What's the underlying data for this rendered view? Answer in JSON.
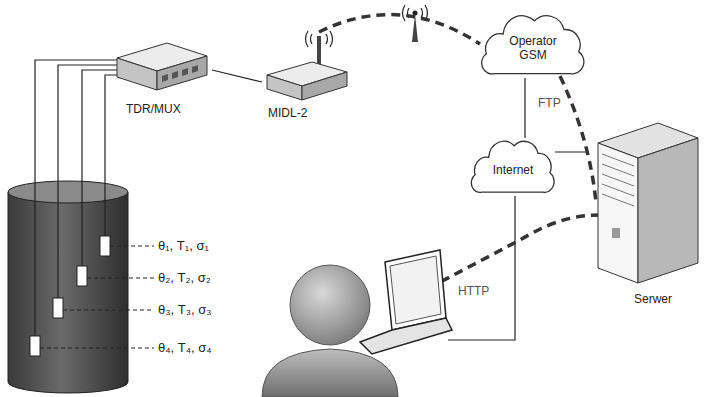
{
  "diagram": {
    "nodes": [
      {
        "text": [
          "TDR/MUX"
        ]
      },
      {
        "text": [
          "MIDL-2"
        ]
      },
      {
        "text": [
          "Operator GSM"
        ]
      },
      {
        "text": [
          "Internet"
        ]
      },
      {
        "text": [
          "Serwer"
        ]
      }
    ],
    "edges": [
      {
        "from": 0,
        "to": 1,
        "arrow": "none"
      },
      {
        "from": 1,
        "to": 2,
        "arrow": "none"
      },
      {
        "from": 2,
        "to": 3,
        "arrow": "none"
      },
      {
        "from": 3,
        "to": 4,
        "arrow": "none"
      },
      {
        "from": 2,
        "to": 4,
        "label": "FTP",
        "arrow": "none"
      }
    ],
    "labels": [
      "θ₁, T₁, σ₁",
      "θ₂, T₂, σ₂",
      "θ₃, T₃, σ₃",
      "θ₄, T₄, σ₄",
      "HTTP"
    ]
  }
}
